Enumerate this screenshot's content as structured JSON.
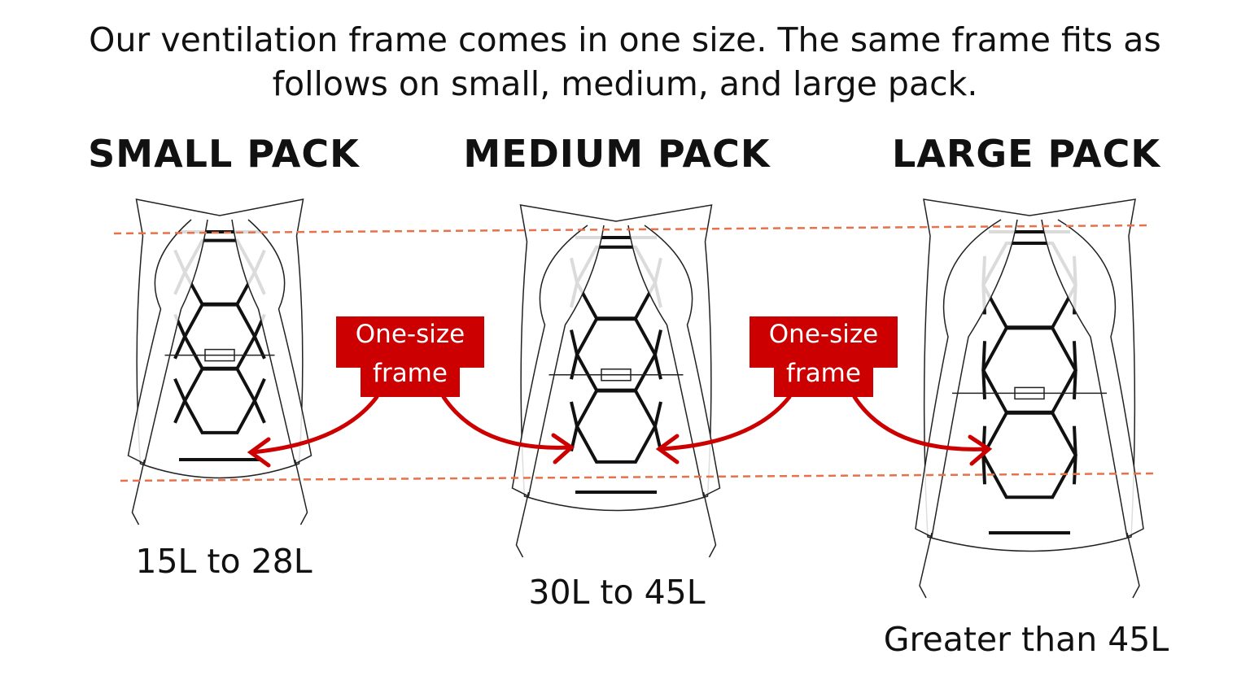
{
  "intro": {
    "line1": "Our ventilation frame comes in one size. The same frame fits as",
    "line2": "follows on small, medium, and large pack."
  },
  "packs": [
    {
      "title": "SMALL PACK",
      "capacity": "15L to 28L"
    },
    {
      "title": "MEDIUM PACK",
      "capacity": "30L to 45L"
    },
    {
      "title": "LARGE PACK",
      "capacity": "Greater than 45L"
    }
  ],
  "callouts": [
    {
      "line1": "One-size",
      "line2": "frame"
    },
    {
      "line1": "One-size",
      "line2": "frame"
    }
  ],
  "colors": {
    "accent": "#cc0000",
    "guide_line": "#e8704a",
    "ink": "#111111"
  }
}
